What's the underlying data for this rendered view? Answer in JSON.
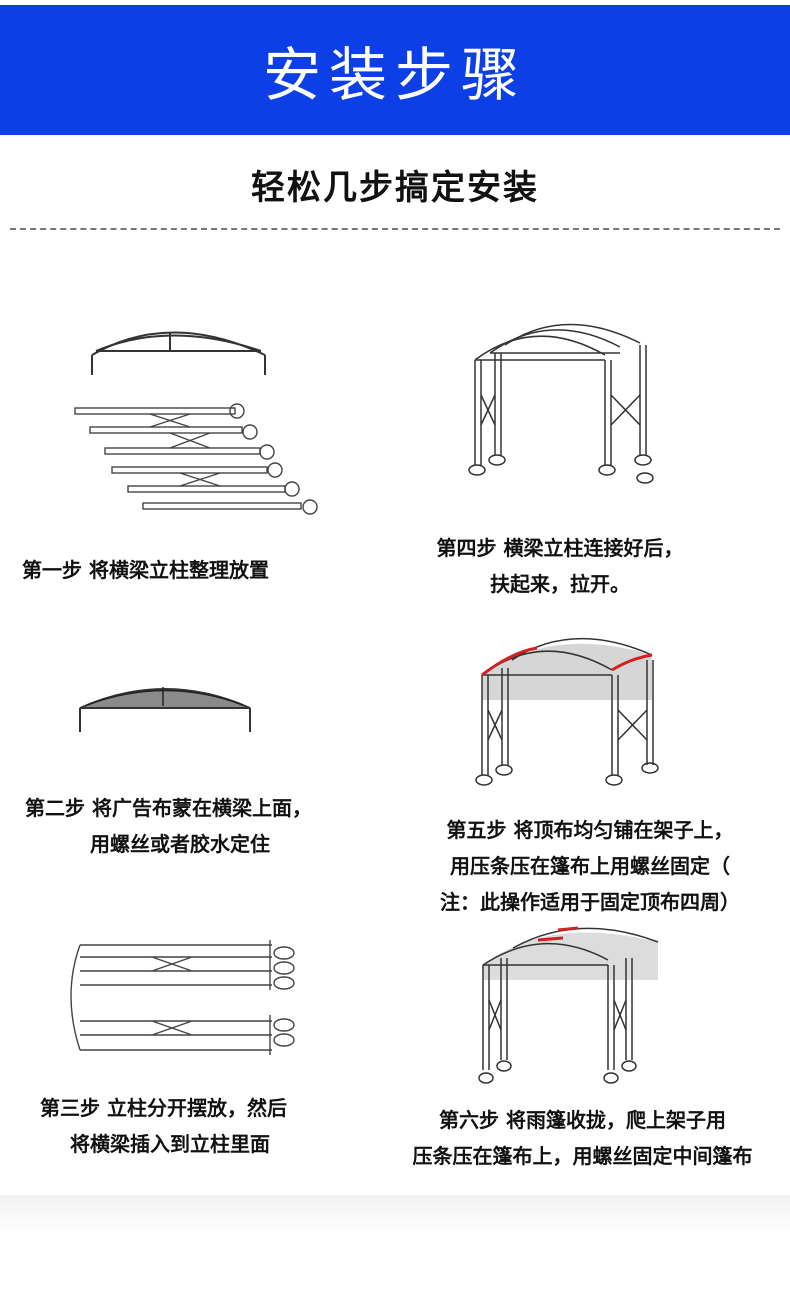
{
  "banner": {
    "title": "安装步骤"
  },
  "subtitle": "轻松几步搞定安装",
  "steps": [
    {
      "id": 1,
      "lines": [
        "第一步 将横梁立柱整理放置"
      ]
    },
    {
      "id": 2,
      "lines": [
        "第二步 将广告布蒙在横梁上面，",
        "用螺丝或者胶水定住"
      ]
    },
    {
      "id": 3,
      "lines": [
        "第三步 立柱分开摆放，然后",
        "将横梁插入到立柱里面"
      ]
    },
    {
      "id": 4,
      "lines": [
        "第四步 横梁立柱连接好后，",
        "扶起来，拉开。"
      ]
    },
    {
      "id": 5,
      "lines": [
        "第五步 将顶布均匀铺在架子上，",
        "用压条压在篷布上用螺丝固定（",
        "注：此操作适用于固定顶布四周）"
      ]
    },
    {
      "id": 6,
      "lines": [
        "第六步 将雨篷收拢，爬上架子用",
        "压条压在篷布上，用螺丝固定中间篷布"
      ]
    }
  ],
  "colors": {
    "banner": "#0d3fe6",
    "accent_red": "#d42020"
  }
}
